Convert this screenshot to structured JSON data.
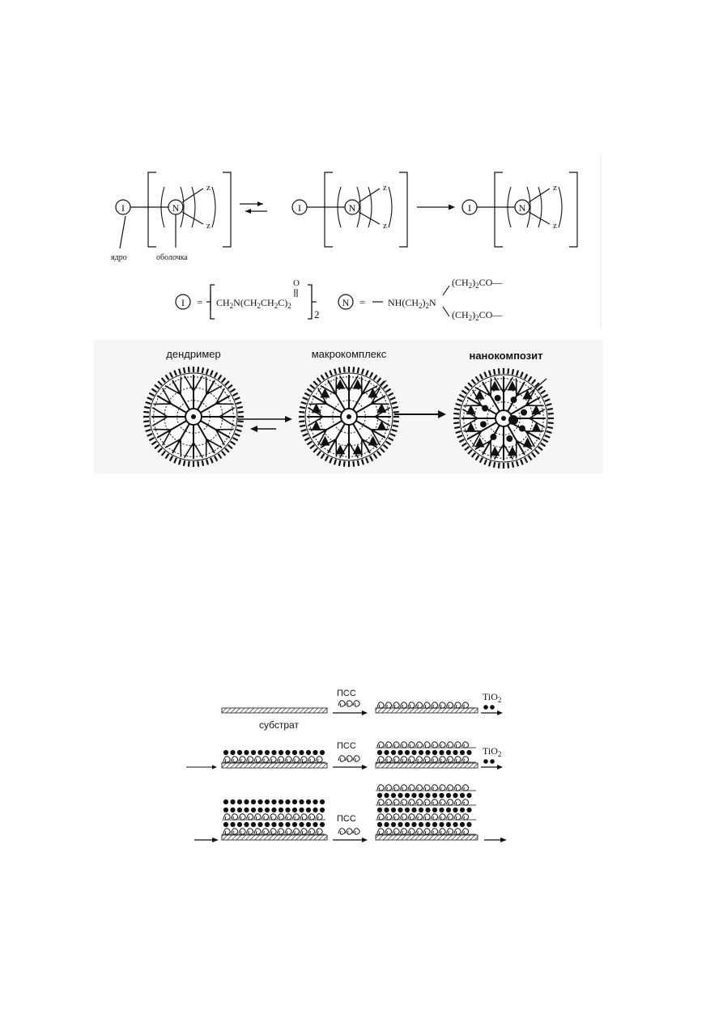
{
  "scheme1": {
    "core_symbol": "I",
    "shell_symbol": "N",
    "branch_symbol": "z",
    "core_label": "ядро",
    "shell_label": "оболочка",
    "formula_eq": "=",
    "core_formula_main": "CH",
    "core_formula_sub1": "2",
    "core_formula_rest": "N(CH",
    "core_formula_sub2": "2",
    "core_formula_rest2": "CH",
    "core_formula_sub3": "2",
    "core_formula_c": "C)",
    "core_formula_sub4": "2",
    "core_formula_o": "O",
    "core_formula_outer": "2",
    "shell_formula_dash": "—",
    "shell_formula_nh": "NH(CH",
    "shell_formula_sub": "2",
    "shell_formula_rest": ")",
    "shell_formula_sub2": "2",
    "shell_formula_n": "N",
    "shell_formula_top": "(CH",
    "shell_formula_top_sub": "2",
    "shell_formula_top_rest": ")",
    "shell_formula_top_sub2": "2",
    "shell_formula_top_co": "CO—",
    "shell_formula_bottom": "(CH",
    "shell_formula_bottom_sub": "2",
    "shell_formula_bottom_rest": ")",
    "shell_formula_bottom_sub2": "2",
    "shell_formula_bottom_co": "CO—"
  },
  "scheme2": {
    "label_dendrimer": "дендример",
    "label_macrocomplex": "макрокомплекс",
    "label_nanocomposite": "нанокомпозит"
  },
  "scheme3": {
    "label_substrate": "субстрат",
    "label_pss": "ПСС",
    "label_tio2_main": "TiO",
    "label_tio2_sub": "2"
  }
}
